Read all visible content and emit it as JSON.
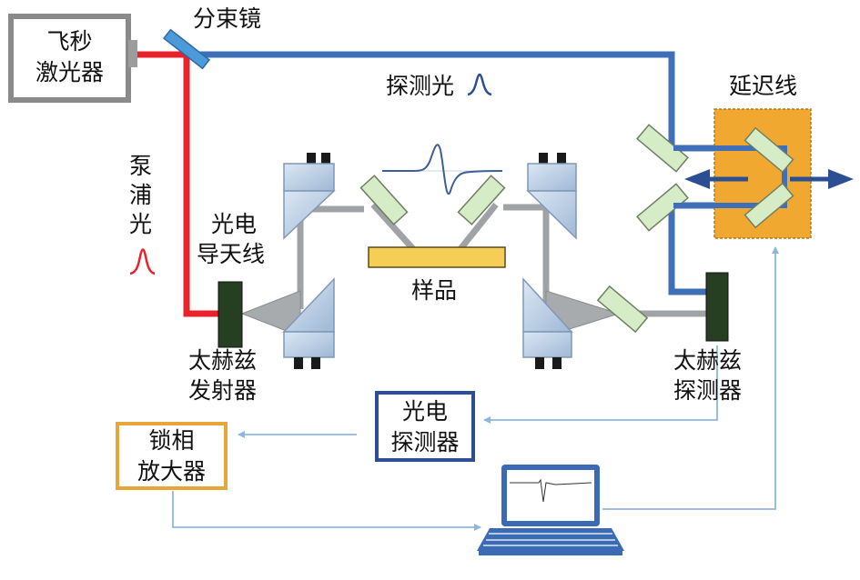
{
  "labels": {
    "laser_line1": "飞秒",
    "laser_line2": "激光器",
    "beam_splitter": "分束镜",
    "probe_light": "探测光",
    "delay_line": "延迟线",
    "pump_1": "泵",
    "pump_2": "浦",
    "pump_3": "光",
    "pc_antenna_1": "光电",
    "pc_antenna_2": "导天线",
    "sample": "样品",
    "thz_emitter_1": "太赫兹",
    "thz_emitter_2": "发射器",
    "thz_detector_1": "太赫兹",
    "thz_detector_2": "探测器",
    "photodetector_1": "光电",
    "photodetector_2": "探测器",
    "lockin_1": "锁相",
    "lockin_2": "放大器"
  },
  "colors": {
    "pump_beam": "#e8212b",
    "probe_beam": "#3f6fb7",
    "thz_path": "#a0a3a6",
    "mirror": "#d5ecc6",
    "delay_stage": "#f0a830",
    "sample": "#f5cf55",
    "dark_green": "#263f22",
    "signal_line": "#8fb6df",
    "laptop": "#3c6bb5"
  }
}
